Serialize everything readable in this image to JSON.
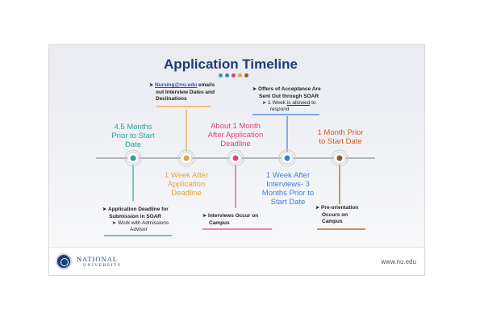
{
  "title": "Application Timeline",
  "colors": {
    "teal": "#2f9e9b",
    "orange": "#e8a23a",
    "pink": "#d9447a",
    "blue": "#3f7fd6",
    "brown": "#9a5a1e",
    "navy": "#1f3a77"
  },
  "milestones": [
    {
      "label_1": "4.5 Months",
      "label_2": "Prior to Start",
      "label_3": "Date"
    },
    {
      "label_1": "1 Week After",
      "label_2": "Application",
      "label_3": "Deadline"
    },
    {
      "label_1": "About 1 Month",
      "label_2": "After Application",
      "label_3": "Deadline"
    },
    {
      "label_1": "1 Week After",
      "label_2": "Interviews- 3",
      "label_3": "Months Prior to",
      "label_4": "Start Date"
    },
    {
      "label_1": "1 Month Prior",
      "label_2": "to Start Date"
    }
  ],
  "notes": {
    "email": {
      "link": "Nursing@nu.edu",
      "line_1_rest": " emails",
      "line_2": "out Interview Dates and",
      "line_3": "Declinations"
    },
    "acceptance": {
      "line_1": "Offers of Acceptance Are",
      "line_2": "Sent Out through SOAR",
      "sub_1a": "1 Week ",
      "sub_1b": "is allowed",
      "sub_1c": " to",
      "sub_2": "respond"
    },
    "deadline": {
      "line_1": "Application Deadline for",
      "line_2": "Submission in SOAR",
      "sub_1": "Work with Admissions",
      "sub_2": "Advisor"
    },
    "interviews": {
      "line_1": "Interviews Occur on",
      "line_2": "Campus"
    },
    "preorientation": {
      "line_1": "Pre-orientation",
      "line_2": "Occurs on",
      "line_3": "Campus"
    }
  },
  "footer": {
    "logo_line_1": "NATIONAL",
    "logo_line_2": "UNIVERSITY",
    "url": "www.nu.edu"
  }
}
